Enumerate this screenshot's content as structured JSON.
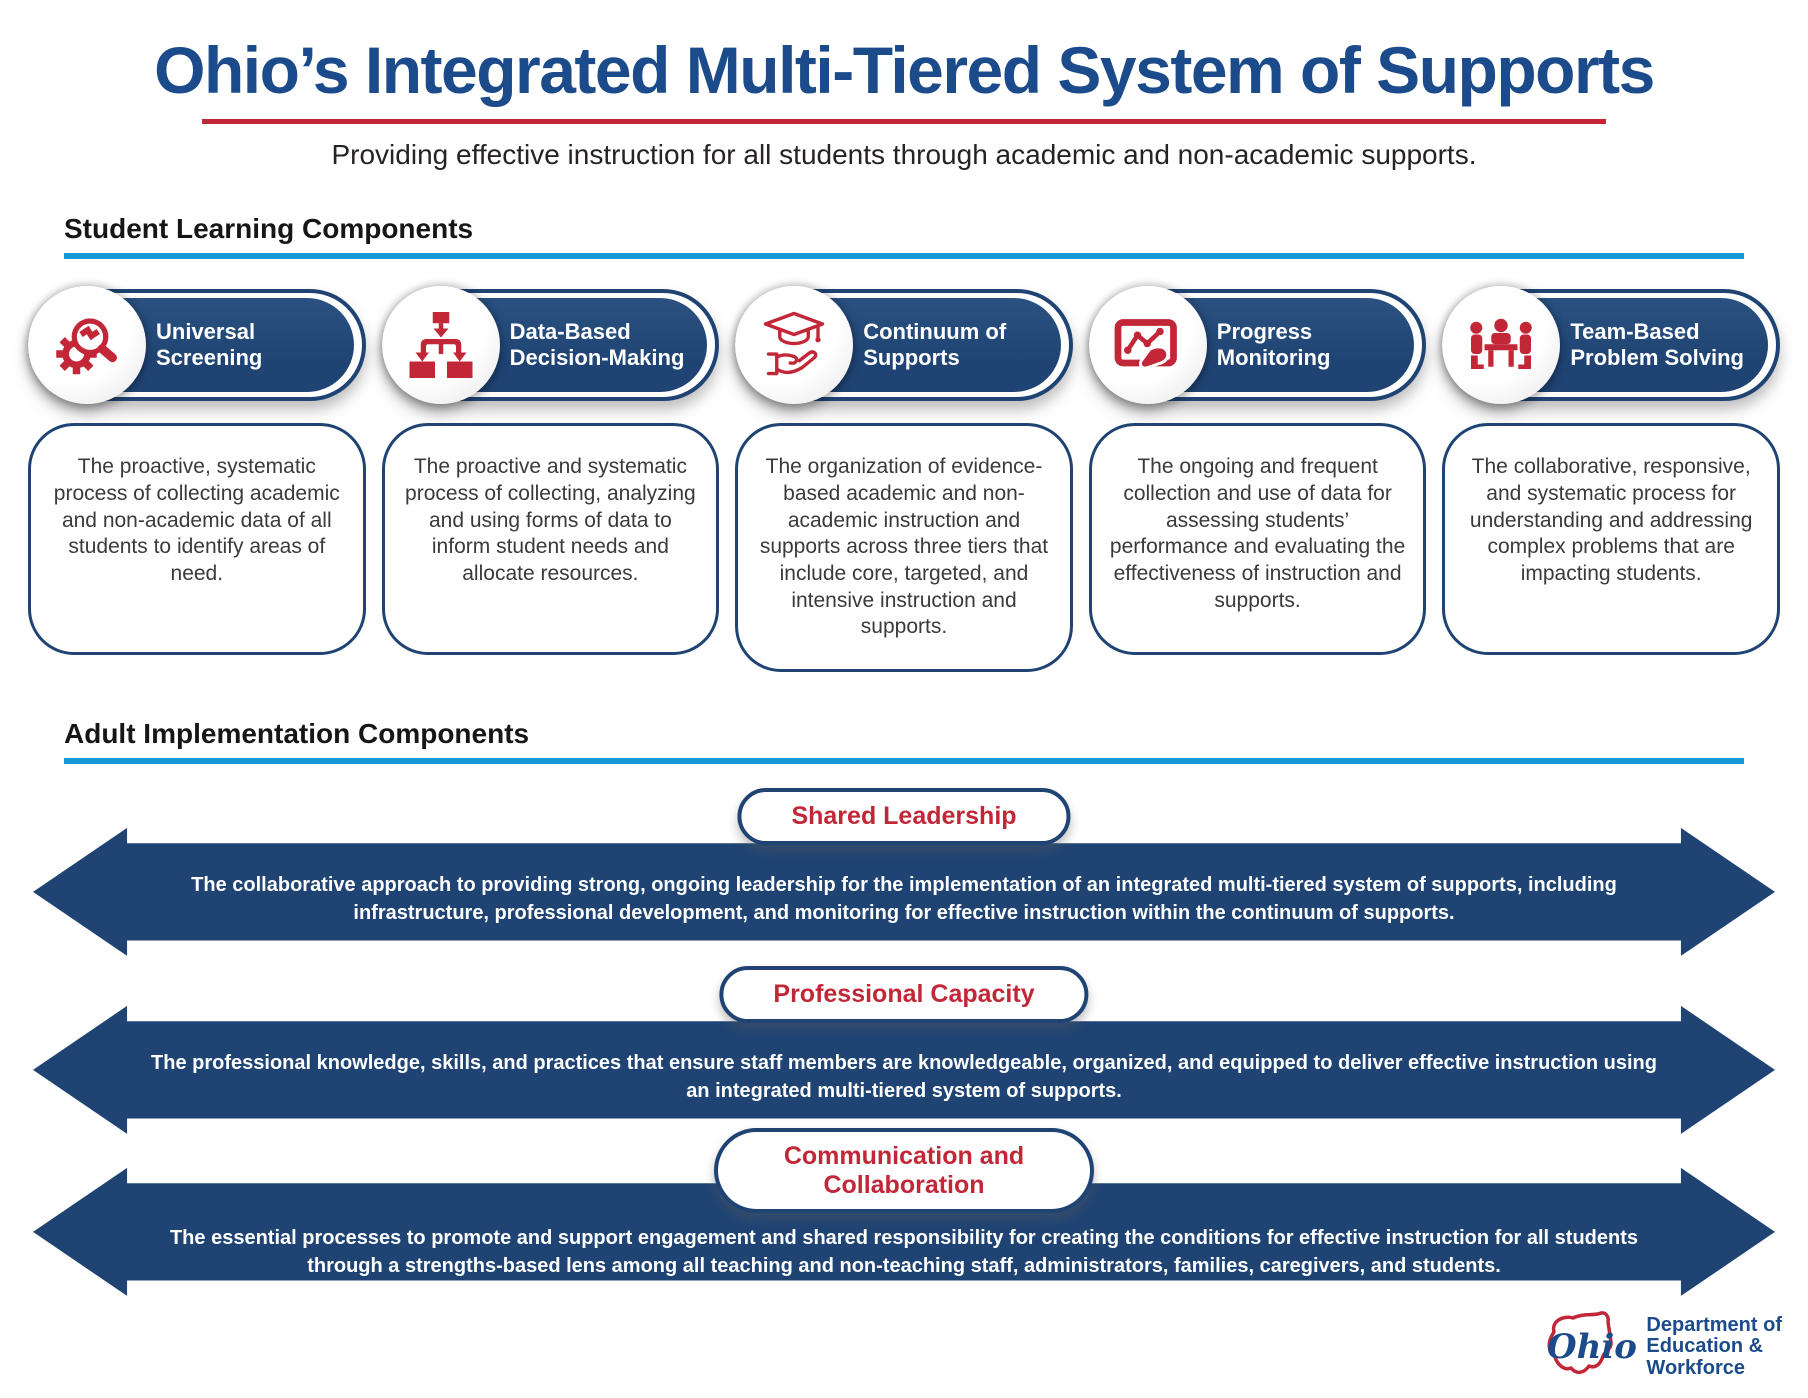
{
  "header": {
    "title": "Ohio’s Integrated Multi-Tiered System of Supports",
    "subtitle": "Providing effective instruction for all students through academic and non-academic supports."
  },
  "student_learning": {
    "heading": "Student Learning Components",
    "components": [
      {
        "label": "Universal Screening",
        "icon": "magnifier-gear-icon",
        "description": "The proactive, systematic process of collecting academic and non-academic data of all students to identify areas of need."
      },
      {
        "label": "Data-Based Decision-Making",
        "icon": "flowchart-icon",
        "description": "The proactive and systematic process of collecting, analyzing and using forms of data to inform student needs and allocate resources."
      },
      {
        "label": "Continuum of Supports",
        "icon": "graduation-cap-hand-icon",
        "description": "The organization of evidence-based academic and non-academic instruction and supports across three tiers that include core, targeted, and intensive instruction and supports."
      },
      {
        "label": "Progress Monitoring",
        "icon": "chart-screen-hand-icon",
        "description": "The ongoing and frequent collection and use of data for assessing students’ performance and evaluating the effectiveness of instruction and supports."
      },
      {
        "label": "Team-Based Problem Solving",
        "icon": "team-meeting-icon",
        "description": "The collaborative, responsive, and systematic process for understanding and addressing complex problems that are impacting students."
      }
    ]
  },
  "adult_implementation": {
    "heading": "Adult Implementation Components",
    "components": [
      {
        "label": "Shared Leadership",
        "description": "The collaborative approach to providing strong, ongoing leadership for the implementation of an integrated multi-tiered system of supports, including infrastructure, professional development, and monitoring for effective instruction within the continuum of supports."
      },
      {
        "label": "Professional Capacity",
        "description": "The professional knowledge, skills, and practices that ensure staff members are knowledgeable, organized, and equipped to deliver effective instruction using an integrated multi-tiered system of supports."
      },
      {
        "label": "Communication and Collaboration",
        "description": "The essential processes to promote and support engagement and shared responsibility for creating the conditions for effective instruction for all students through a strengths-based lens among all teaching and non-teaching staff, administrators, families, caregivers, and students."
      }
    ]
  },
  "footer": {
    "logo_word": "Ohio",
    "caption_lines": [
      "Department of",
      "Education &",
      "Workforce"
    ]
  },
  "colors": {
    "navy": "#1f4474",
    "title_blue": "#1b4b8a",
    "brand_red": "#c22737",
    "light_blue": "#1898d5",
    "body_text": "#3a3a3a"
  }
}
